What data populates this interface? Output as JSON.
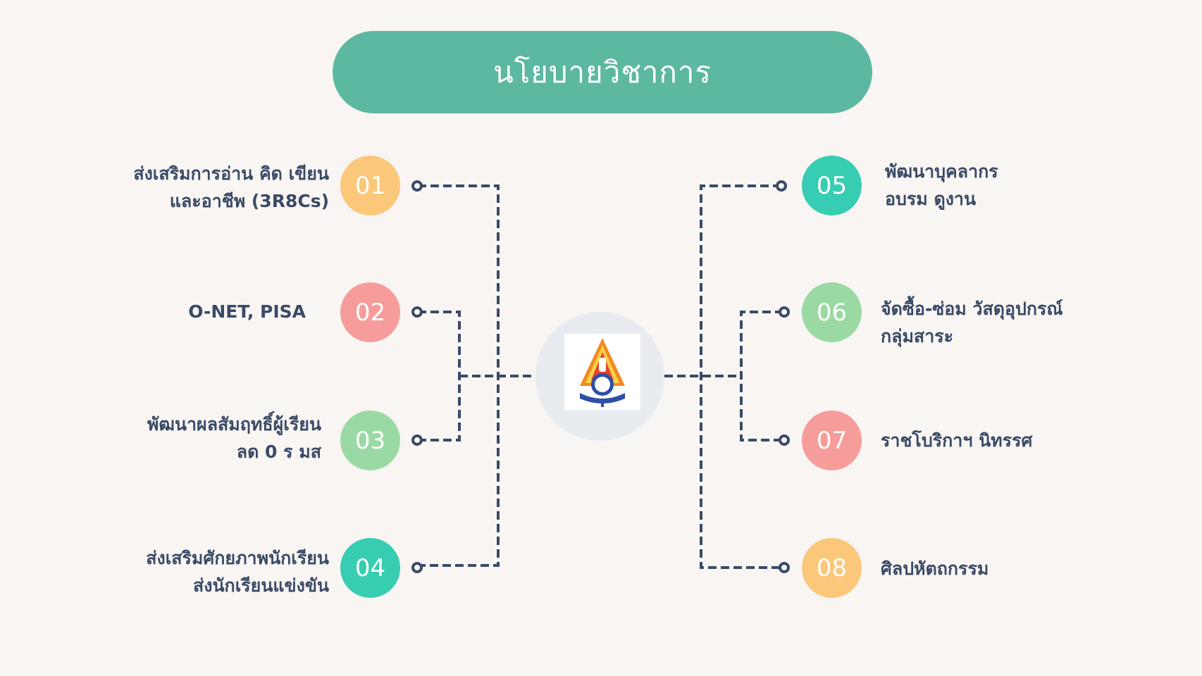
{
  "title": "นโยบายวิชาการ",
  "colors": {
    "title_bg": "#5cb8a1",
    "orange": "#fbc77a",
    "pink": "#f69c9a",
    "green": "#9ad9a3",
    "teal": "#37cdb2",
    "connector": "#3b4a66",
    "label_text": "#3a4a66"
  },
  "items": [
    {
      "num": "01",
      "lines": [
        "ส่งเสริมการอ่าน คิด เขียน",
        "และอาชีพ (3R8Cs)"
      ],
      "color": "orange"
    },
    {
      "num": "02",
      "lines": [
        "O-NET, PISA"
      ],
      "color": "pink"
    },
    {
      "num": "03",
      "lines": [
        "พัฒนาผลสัมฤทธิ์ผู้เรียน",
        "ลด 0 ร มส"
      ],
      "color": "green"
    },
    {
      "num": "04",
      "lines": [
        "ส่งเสริมศักยภาพนักเรียน",
        "ส่งนักเรียนแข่งขัน"
      ],
      "color": "teal"
    },
    {
      "num": "05",
      "lines": [
        "พัฒนาบุคลากร",
        "อบรม ดูงาน"
      ],
      "color": "teal"
    },
    {
      "num": "06",
      "lines": [
        "จัดซื้อ-ซ่อม วัสดุอุปกรณ์",
        "กลุ่มสาระ"
      ],
      "color": "green"
    },
    {
      "num": "07",
      "lines": [
        "ราชโบริกาฯ นิทรรศ"
      ],
      "color": "pink"
    },
    {
      "num": "08",
      "lines": [
        "ศิลปหัตถกรรม"
      ],
      "color": "orange"
    }
  ],
  "logo": {
    "icon": "school-emblem-icon"
  }
}
